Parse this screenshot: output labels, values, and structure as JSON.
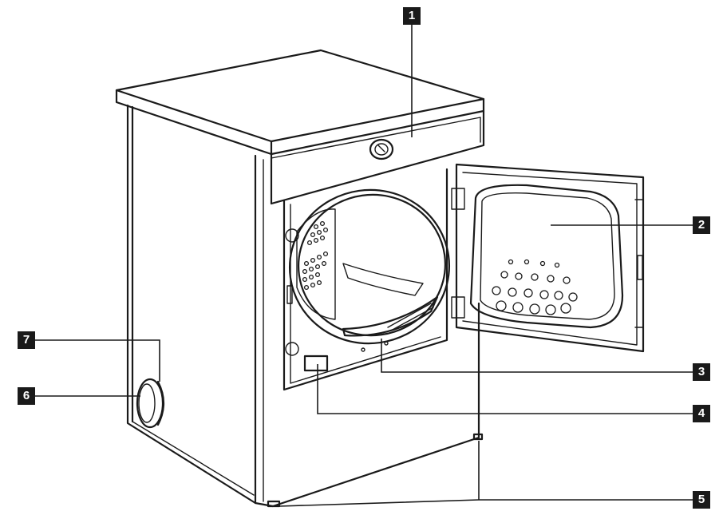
{
  "colors": {
    "badge_background": "#1a1a1a",
    "badge_text": "#ffffff",
    "line": "#1a1a1a",
    "background": "#ffffff"
  },
  "callouts": [
    {
      "number": "1",
      "target": "control-panel"
    },
    {
      "number": "2",
      "target": "door"
    },
    {
      "number": "3",
      "target": "filter"
    },
    {
      "number": "4",
      "target": "rating-plate"
    },
    {
      "number": "5",
      "target": "adjustable-feet"
    },
    {
      "number": "6",
      "target": "rear-outlet"
    },
    {
      "number": "7",
      "target": "rear-outlet-flap"
    }
  ]
}
